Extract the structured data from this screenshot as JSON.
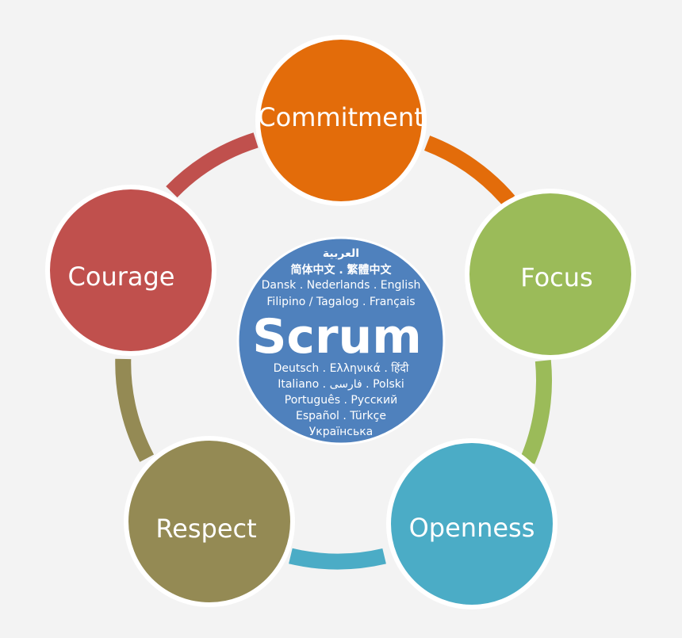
{
  "nodes": [
    {
      "label": "Commitment",
      "color": "#e36c0a"
    },
    {
      "label": "Focus",
      "color": "#9bbb59"
    },
    {
      "label": "Openness",
      "color": "#4bacc6"
    },
    {
      "label": "Respect",
      "color": "#948a54"
    },
    {
      "label": "Courage",
      "color": "#c0504d"
    }
  ],
  "center": {
    "color": "#4f81bd",
    "title": "Scrum",
    "languages_top": [
      "العربية",
      "简体中文 . 繁體中文",
      "Dansk . Nederlands . English",
      "Filipino / Tagalog . Français"
    ],
    "languages_bottom": [
      "Deutsch . Ελληνικά . हिंदी",
      "Italiano . فارسی . Polski",
      "Português . Русский",
      "Español . Türkçe",
      "Українська"
    ]
  }
}
